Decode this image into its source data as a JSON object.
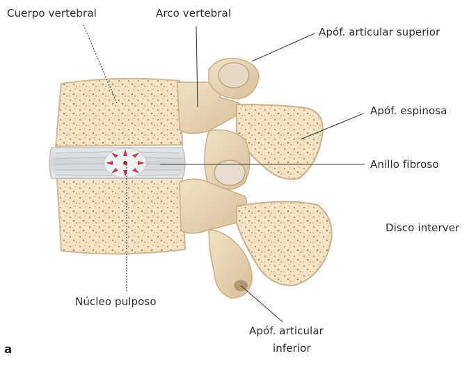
{
  "diagram": {
    "figure_letter": "a",
    "colors": {
      "bone": "#e9d8bb",
      "bone_shadow": "#cdb48e",
      "cancellous": "#f3e4c8",
      "disc": "#d9dde0",
      "nucleus_marks": "#c73a4a",
      "leader": "#3a3a3a",
      "text": "#2b2b2b"
    },
    "labels": {
      "cuerpo_vertebral": "Cuerpo vertebral",
      "arco_vertebral": "Arco vertebral",
      "apof_articular_superior": "Apóf. articular superior",
      "apof_espinosa": "Apóf. espinosa",
      "anillo_fibroso": "Anillo fibroso",
      "disco_intervertebral": "Disco interver",
      "nucleo_pulposo": "Núcleo pulposo",
      "apof_articular_inferior_line1": "Apóf. articular",
      "apof_articular_inferior_line2": "inferior"
    }
  }
}
